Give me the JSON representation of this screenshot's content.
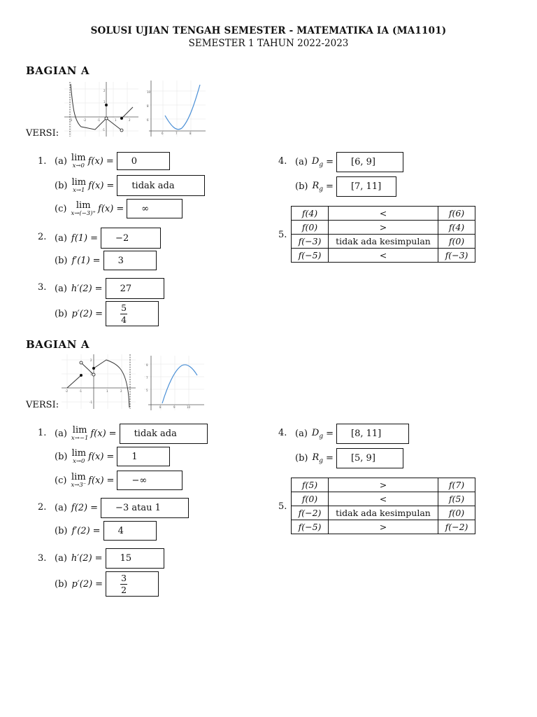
{
  "header": {
    "title": "SOLUSI UJIAN TENGAH SEMESTER - MATEMATIKA IA (MA1101)",
    "subtitle": "SEMESTER 1 TAHUN 2022-2023"
  },
  "versions": [
    {
      "section_title": "BAGIAN A",
      "versi_label": "VERSI:",
      "q1": {
        "number": "1.",
        "a": {
          "part": "(a)",
          "lim_sub": "x→0",
          "expr": "f(x)",
          "eq": "=",
          "answer": "0"
        },
        "b": {
          "part": "(b)",
          "lim_sub": "x→1",
          "expr": "f(x)",
          "eq": "=",
          "answer": "tidak ada"
        },
        "c": {
          "part": "(c)",
          "lim_sub": "x→(−3)⁺",
          "expr": "f(x)",
          "eq": "=",
          "answer": "∞"
        }
      },
      "q2": {
        "number": "2.",
        "a": {
          "part": "(a)",
          "expr": "f(1)",
          "eq": "=",
          "answer": "−2"
        },
        "b": {
          "part": "(b)",
          "expr": "f′(1)",
          "eq": "=",
          "answer": "3"
        }
      },
      "q3": {
        "number": "3.",
        "a": {
          "part": "(a)",
          "expr": "h′(2)",
          "eq": "=",
          "answer": "27"
        },
        "b": {
          "part": "(b)",
          "expr": "p′(2)",
          "eq": "=",
          "answer_num": "5",
          "answer_den": "4"
        }
      },
      "q4": {
        "number": "4.",
        "a": {
          "part": "(a)",
          "expr": "D",
          "sub": "g",
          "eq": "=",
          "answer": "[6, 9]"
        },
        "b": {
          "part": "(b)",
          "expr": "R",
          "sub": "g",
          "eq": "=",
          "answer": "[7, 11]"
        }
      },
      "q5": {
        "number": "5.",
        "rows": [
          {
            "left": "f(4)",
            "relation": "<",
            "right": "f(6)"
          },
          {
            "left": "f(0)",
            "relation": ">",
            "right": "f(4)"
          },
          {
            "left": "f(−3)",
            "relation": "tidak ada kesimpulan",
            "right": "f(0)"
          },
          {
            "left": "f(−5)",
            "relation": "<",
            "right": "f(−3)"
          }
        ]
      }
    },
    {
      "section_title": "BAGIAN A",
      "versi_label": "VERSI:",
      "q1": {
        "number": "1.",
        "a": {
          "part": "(a)",
          "lim_sub": "x→−1",
          "expr": "f(x)",
          "eq": "=",
          "answer": "tidak ada"
        },
        "b": {
          "part": "(b)",
          "lim_sub": "x→0",
          "expr": "f(x)",
          "eq": "=",
          "answer": "1"
        },
        "c": {
          "part": "(c)",
          "lim_sub": "x→3⁻",
          "expr": "f(x)",
          "eq": "=",
          "answer": "−∞"
        }
      },
      "q2": {
        "number": "2.",
        "a": {
          "part": "(a)",
          "expr": "f(2)",
          "eq": "=",
          "answer": "−3 atau 1"
        },
        "b": {
          "part": "(b)",
          "expr": "f′(2)",
          "eq": "=",
          "answer": "4"
        }
      },
      "q3": {
        "number": "3.",
        "a": {
          "part": "(a)",
          "expr": "h′(2)",
          "eq": "=",
          "answer": "15"
        },
        "b": {
          "part": "(b)",
          "expr": "p′(2)",
          "eq": "=",
          "answer_num": "3",
          "answer_den": "2"
        }
      },
      "q4": {
        "number": "4.",
        "a": {
          "part": "(a)",
          "expr": "D",
          "sub": "g",
          "eq": "=",
          "answer": "[8, 11]"
        },
        "b": {
          "part": "(b)",
          "expr": "R",
          "sub": "g",
          "eq": "=",
          "answer": "[5, 9]"
        }
      },
      "q5": {
        "number": "5.",
        "rows": [
          {
            "left": "f(5)",
            "relation": ">",
            "right": "f(7)"
          },
          {
            "left": "f(0)",
            "relation": "<",
            "right": "f(5)"
          },
          {
            "left": "f(−2)",
            "relation": "tidak ada kesimpulan",
            "right": "f(0)"
          },
          {
            "left": "f(−5)",
            "relation": ">",
            "right": "f(−2)"
          }
        ]
      }
    }
  ],
  "colors": {
    "curve_blue": "#4a8fd6",
    "ink": "#111111",
    "grid": "#e4e4e4"
  }
}
